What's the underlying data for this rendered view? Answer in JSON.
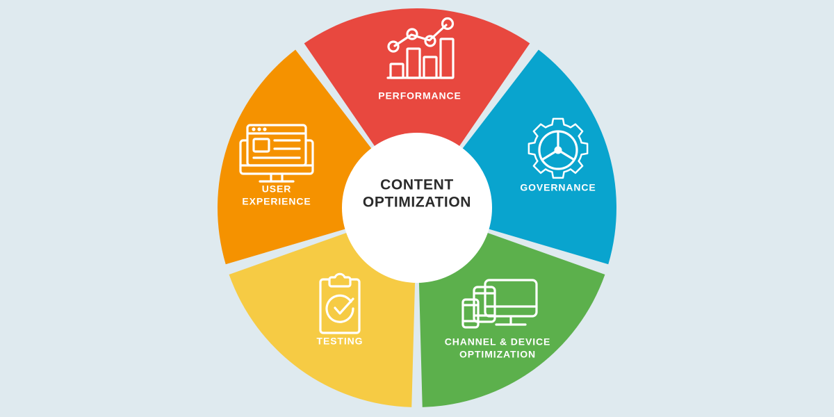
{
  "background_color": "#dfeaef",
  "center": {
    "label_line1": "CONTENT",
    "label_line2": "OPTIMIZATION",
    "text_color": "#2b2b2b",
    "fill_color": "#ffffff"
  },
  "chart_data": {
    "type": "pie",
    "title": "CONTENT OPTIMIZATION",
    "legend_position": "in-segment",
    "categories": [
      "PERFORMANCE",
      "GOVERNANCE",
      "CHANNEL & DEVICE OPTIMIZATION",
      "TESTING",
      "USER EXPERIENCE"
    ],
    "values": [
      20,
      20,
      20,
      20,
      20
    ],
    "units": "percent",
    "colors": [
      "#e8483f",
      "#09a4ce",
      "#5cb04c",
      "#f6cb44",
      "#f59200"
    ],
    "shadow_colors": [
      "#d42d26",
      "#0f7f9c",
      "#3f8a37",
      "#cfa229",
      "#f47216"
    ],
    "xlabel": "",
    "ylabel": ""
  },
  "segments": [
    {
      "id": "performance",
      "label": "PERFORMANCE",
      "label_lines": [
        "PERFORMANCE"
      ],
      "color": "#e8483f",
      "shadow_color": "#d42d26",
      "icon": "bar-chart-trend-icon",
      "start_angle": -54,
      "end_angle": 54
    },
    {
      "id": "governance",
      "label": "GOVERNANCE",
      "label_lines": [
        "GOVERNANCE"
      ],
      "color": "#09a4ce",
      "shadow_color": "#0f7f9c",
      "icon": "gear-icon",
      "start_angle": 18,
      "end_angle": 126
    },
    {
      "id": "channel-device-optimization",
      "label": "CHANNEL & DEVICE OPTIMIZATION",
      "label_lines": [
        "CHANNEL & DEVICE",
        "OPTIMIZATION"
      ],
      "color": "#5cb04c",
      "shadow_color": "#3f8a37",
      "icon": "devices-icon",
      "start_angle": 90,
      "end_angle": 198
    },
    {
      "id": "testing",
      "label": "TESTING",
      "label_lines": [
        "TESTING"
      ],
      "color": "#f6cb44",
      "shadow_color": "#cfa229",
      "icon": "clipboard-check-icon",
      "start_angle": 162,
      "end_angle": 270
    },
    {
      "id": "user-experience",
      "label": "USER EXPERIENCE",
      "label_lines": [
        "USER",
        "EXPERIENCE"
      ],
      "color": "#f59200",
      "shadow_color": "#f47216",
      "icon": "monitor-layout-icon",
      "start_angle": 234,
      "end_angle": 342
    }
  ]
}
